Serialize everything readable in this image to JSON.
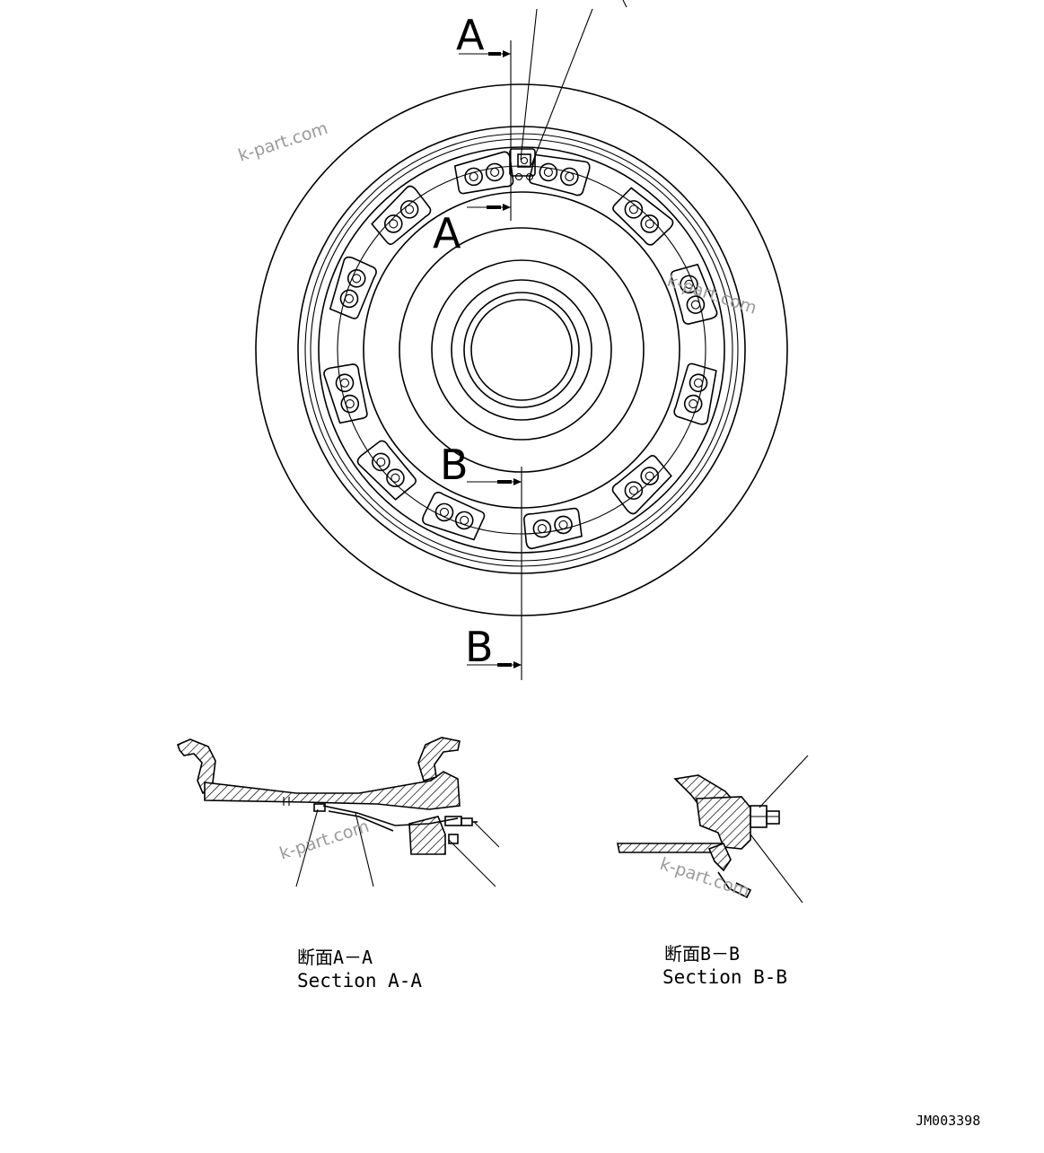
{
  "section_markers": {
    "a_top": "A",
    "a_inner": "A",
    "b_inner": "B",
    "b_bottom": "B"
  },
  "captions": {
    "section_a_jp": "断面A－A",
    "section_a_en": "Section A-A",
    "section_b_jp": "断面B－B",
    "section_b_en": "Section B-B"
  },
  "drawing_number": "JM003398",
  "watermarks": [
    "k-part.com",
    "k-part.com",
    "k-part.com",
    "k-part.com"
  ]
}
